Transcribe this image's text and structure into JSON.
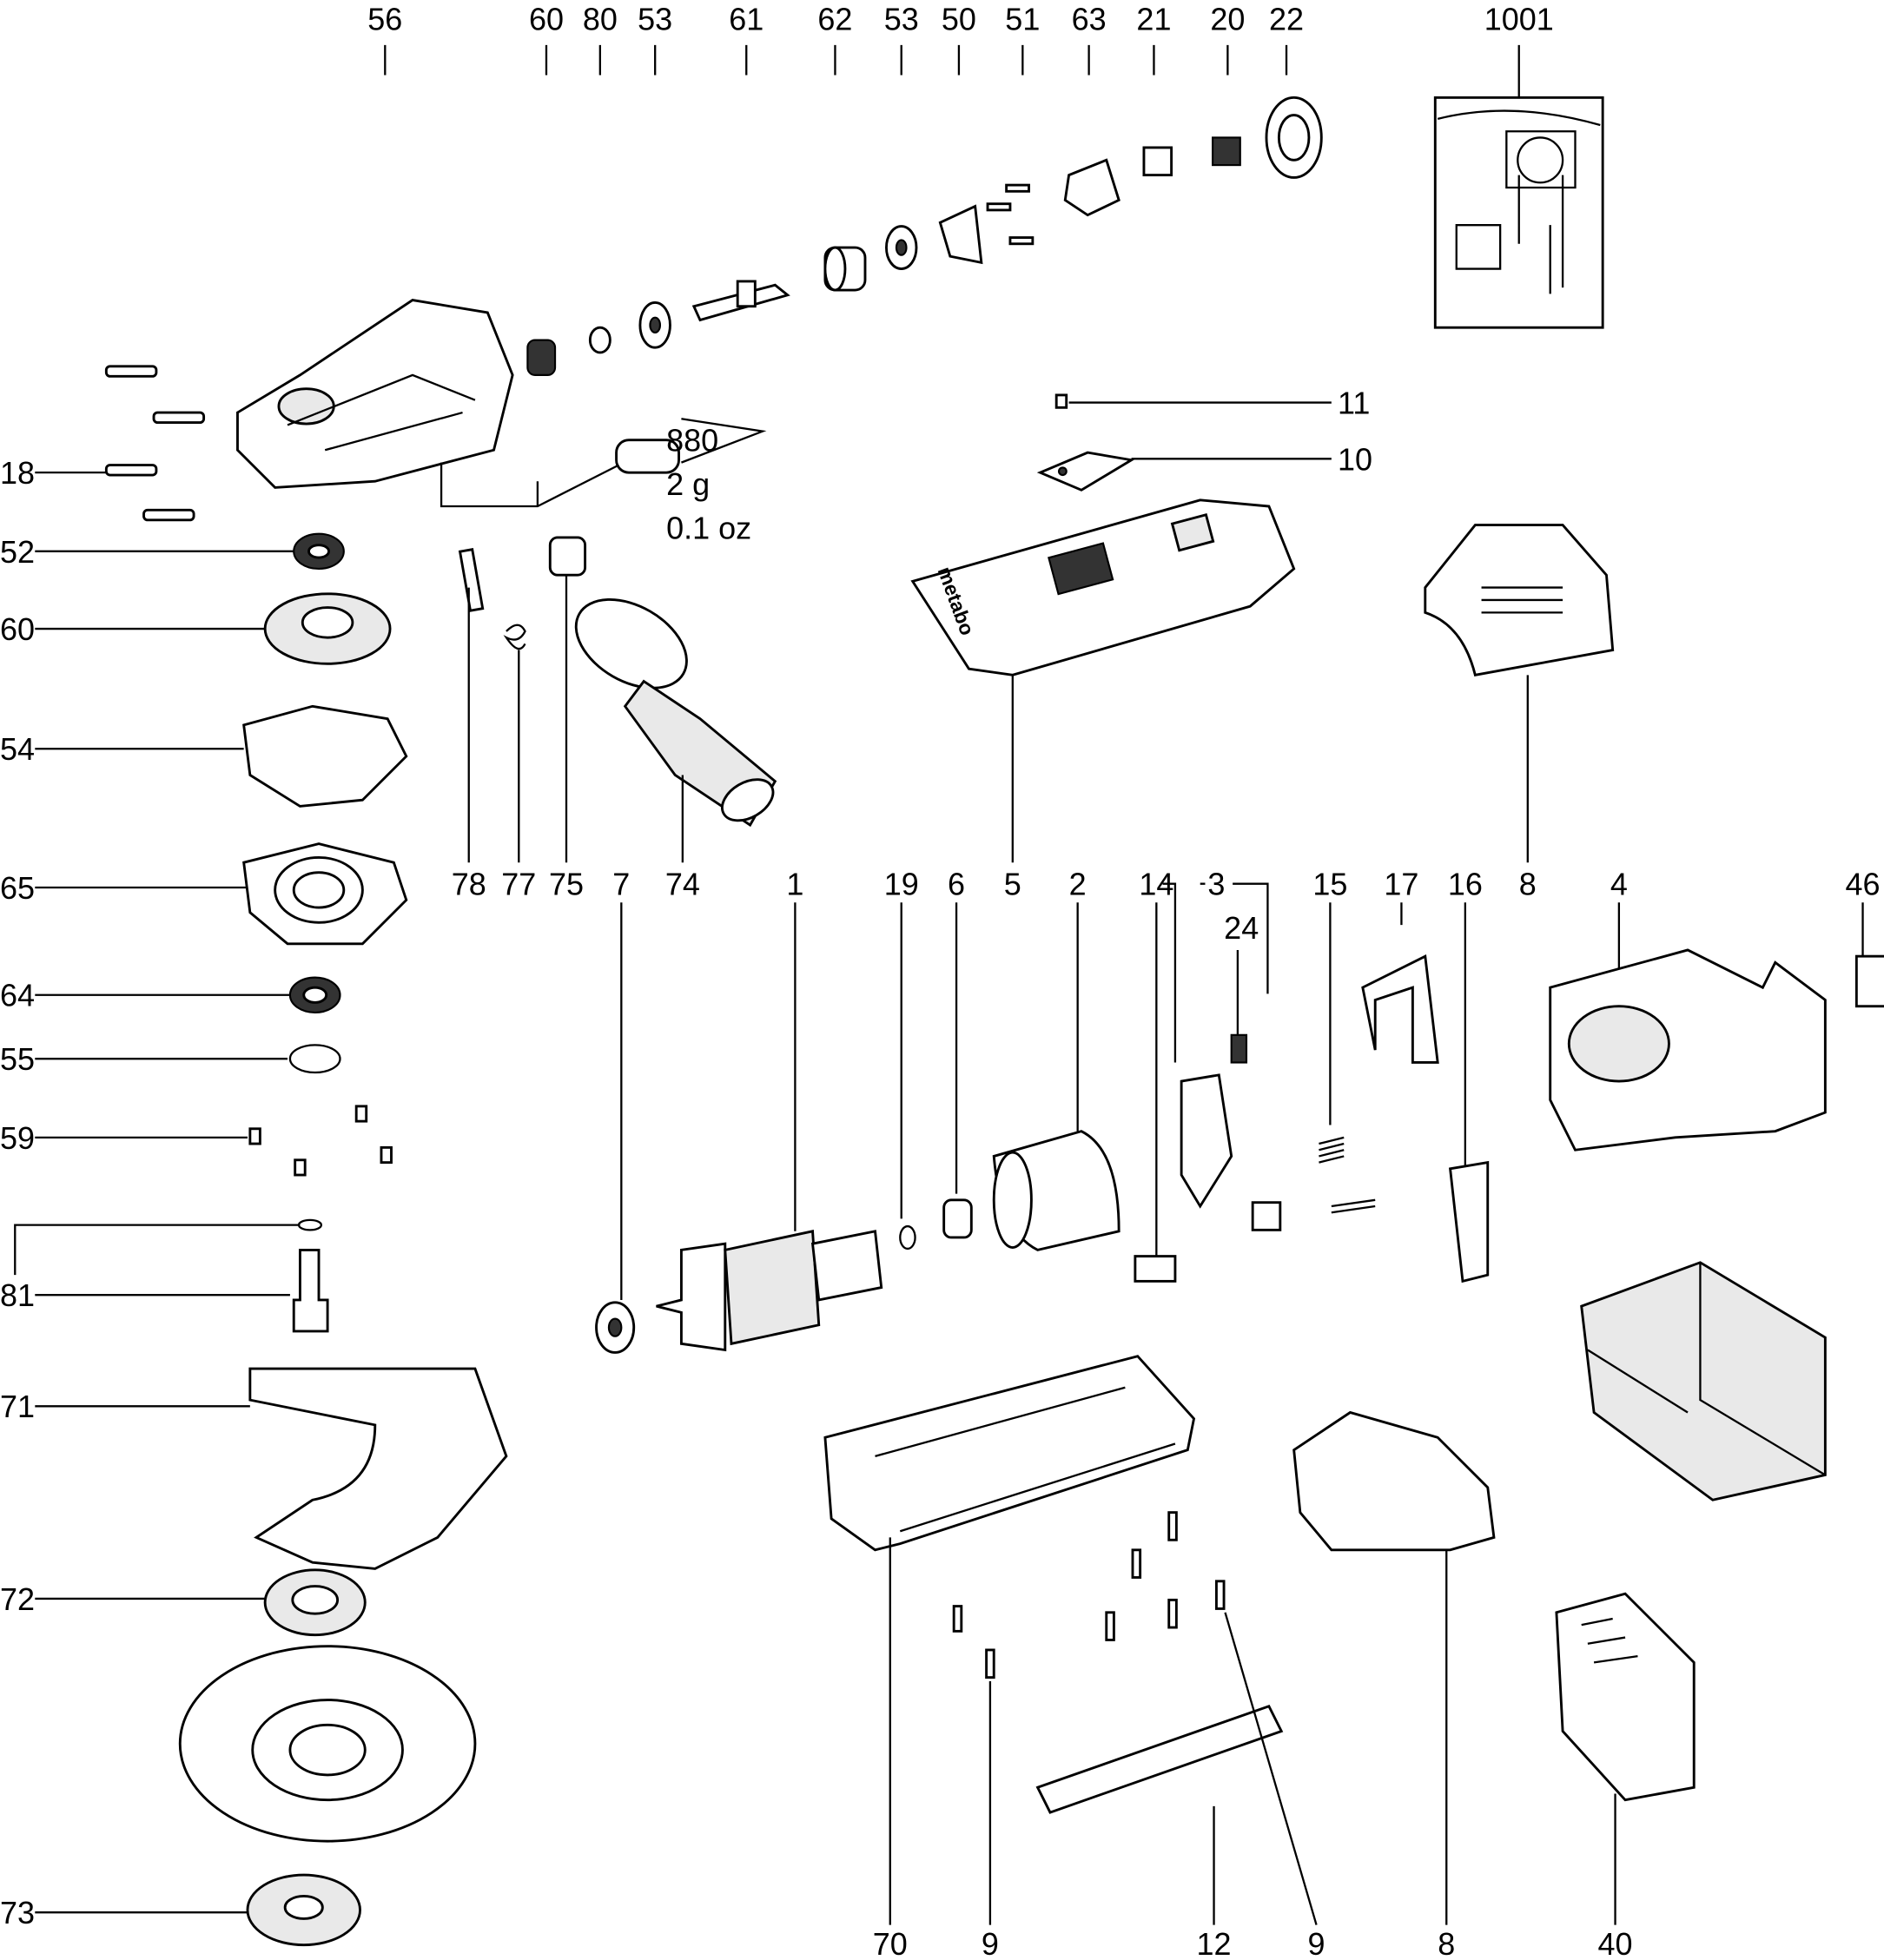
{
  "title": "Angle grinder exploded parts diagram",
  "top_labels": [
    "56",
    "60",
    "80",
    "53",
    "61",
    "62",
    "53",
    "50",
    "51",
    "63",
    "21",
    "20",
    "22",
    "1001"
  ],
  "left_labels": [
    "18",
    "52",
    "60",
    "54",
    "65",
    "64",
    "55",
    "59",
    "81",
    "71",
    "72",
    "73"
  ],
  "middle_labels": [
    "78",
    "77",
    "75",
    "7",
    "74",
    "1",
    "19",
    "6",
    "5",
    "2",
    "14",
    "3",
    "24",
    "15",
    "17",
    "16",
    "8",
    "4",
    "46"
  ],
  "right_labels": [
    "11",
    "10"
  ],
  "bottom_labels": [
    "70",
    "9",
    "12",
    "9",
    "8",
    "40"
  ],
  "grease_note": {
    "part": "880",
    "weight_g": "2 g",
    "weight_oz": "0.1 oz"
  },
  "brand": "metabo"
}
